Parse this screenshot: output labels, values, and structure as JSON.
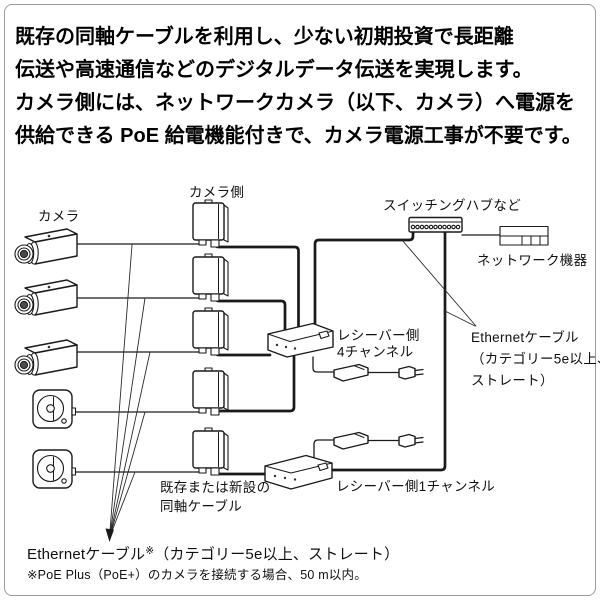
{
  "intro": {
    "lines": [
      "既存の同軸ケーブルを利用し、少ない初期投資で長距離",
      "伝送や高速通信などのデジタルデータ伝送を実現します。",
      "カメラ側には、ネットワークカメラ（以下、カメラ）へ電源を",
      "供給できる PoE 給電機能付きで、カメラ電源工事が不要です。"
    ]
  },
  "diagram": {
    "labels": {
      "camera": "カメラ",
      "camera_side": "カメラ側",
      "switching_hub": "スイッチングハブなど",
      "network_device": "ネットワーク機器",
      "receiver_4ch_line1": "レシーバー側",
      "receiver_4ch_line2": "4チャンネル",
      "ethernet_right_line1": "Ethernetケーブル",
      "ethernet_right_line2": "（カテゴリー5e以上、",
      "ethernet_right_line3": "ストレート）",
      "coax_line1": "既存または新設の",
      "coax_line2": "同軸ケーブル",
      "receiver_1ch": "レシーバー側1チャンネル",
      "ethernet_bottom_prefix": "Ethernetケーブル",
      "ethernet_bottom_ref_mark": "※",
      "ethernet_bottom_suffix": "（カテゴリー5e以上、ストレート）",
      "footnote": "※PoE Plus（PoE+）のカメラを接続する場合、50 m以内。"
    },
    "icons": {
      "box_camera": "box-camera-icon",
      "dome_camera": "dome-camera-icon",
      "coax_adapter": "coax-adapter-icon",
      "receiver_4ch": "receiver-4ch-icon",
      "receiver_1ch": "receiver-1ch-icon",
      "switching_hub": "switching-hub-icon",
      "network_device": "network-device-icon",
      "power_adapter": "power-adapter-icon",
      "ac_plug": "ac-plug-icon"
    },
    "colors": {
      "line": "#1a1a1a",
      "background": "#ffffff",
      "border": "#9a9a9a",
      "lens_fill": "#4a4a4a"
    }
  }
}
